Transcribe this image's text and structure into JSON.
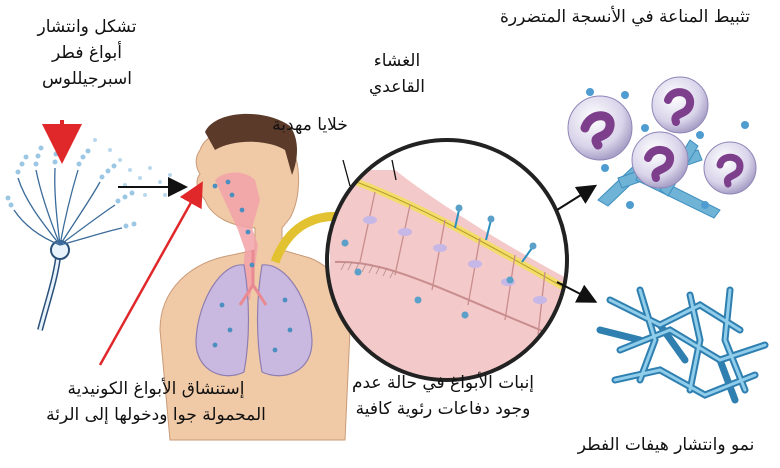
{
  "labels": {
    "spore_formation": [
      "تشكل وانتشار",
      "أبواغ فطر",
      "اسبرجيللوس"
    ],
    "immune_suppression": "تثبيط المناعة في الأنسجة المتضررة",
    "basement_membrane": [
      "الغشاء",
      "القاعدي"
    ],
    "ciliated_cells": "خلايا مهدبة",
    "inhalation": [
      "إستنشاق الأبواغ الكونيدية",
      "المحمولة جوا ودخولها إلى الرئة"
    ],
    "germination": [
      "إنبات الأبواغ في حالة عدم",
      "وجود دفاعات رئوية كافية"
    ],
    "hyphae_growth": "نمو وانتشار هيفات الفطر"
  },
  "colors": {
    "skin": "#f0c9a6",
    "lung": "#c9b8e0",
    "spore": "#5aa0c8",
    "hyphae": "#6fb3d6",
    "cell_purple": "#7d3f8c",
    "red_arrow": "#e0282b",
    "membrane_yellow": "#f2dd6b",
    "tissue_pink": "#f3c9c9"
  }
}
